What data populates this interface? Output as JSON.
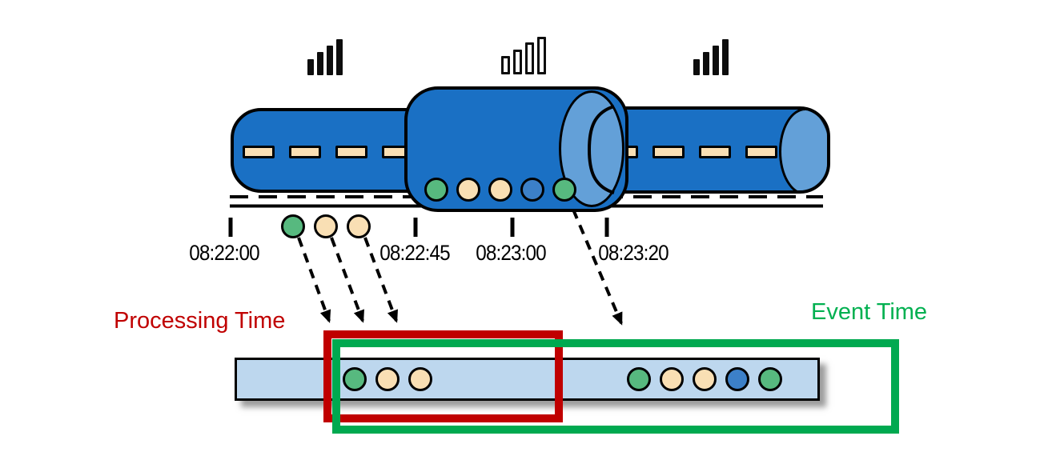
{
  "colors": {
    "pipe_blue": "#1A70C4",
    "pipe_cap_light": "#63A0D8",
    "dash_beige": "#F9DFB4",
    "dot_green": "#57B97F",
    "dot_beige": "#F9DFB4",
    "dot_blue": "#3C80C8",
    "bar_blue": "#BDD7EE",
    "box_red": "#C00000",
    "box_green": "#00A950",
    "label_red": "#C00000",
    "label_green": "#00B050"
  },
  "icons": {
    "left": "signal-bars-filled-icon",
    "center": "signal-bars-outline-icon",
    "right": "signal-bars-filled-icon"
  },
  "pipeline": {
    "left_pipe_dashes": 4,
    "right_pipe_dashes": 4,
    "window_dots": [
      "green",
      "beige",
      "beige",
      "blue",
      "green"
    ]
  },
  "timeline": {
    "ticks": [
      "08:22:00",
      "08:22:45",
      "08:23:00",
      "08:23:20"
    ],
    "floating_dots": [
      "green",
      "beige",
      "beige"
    ]
  },
  "output_bar": {
    "left_group_dots": [
      "green",
      "beige",
      "beige"
    ],
    "right_group_dots": [
      "green",
      "beige",
      "beige",
      "blue",
      "green"
    ]
  },
  "labels": {
    "processing_time": "Processing Time",
    "event_time": "Event Time"
  }
}
